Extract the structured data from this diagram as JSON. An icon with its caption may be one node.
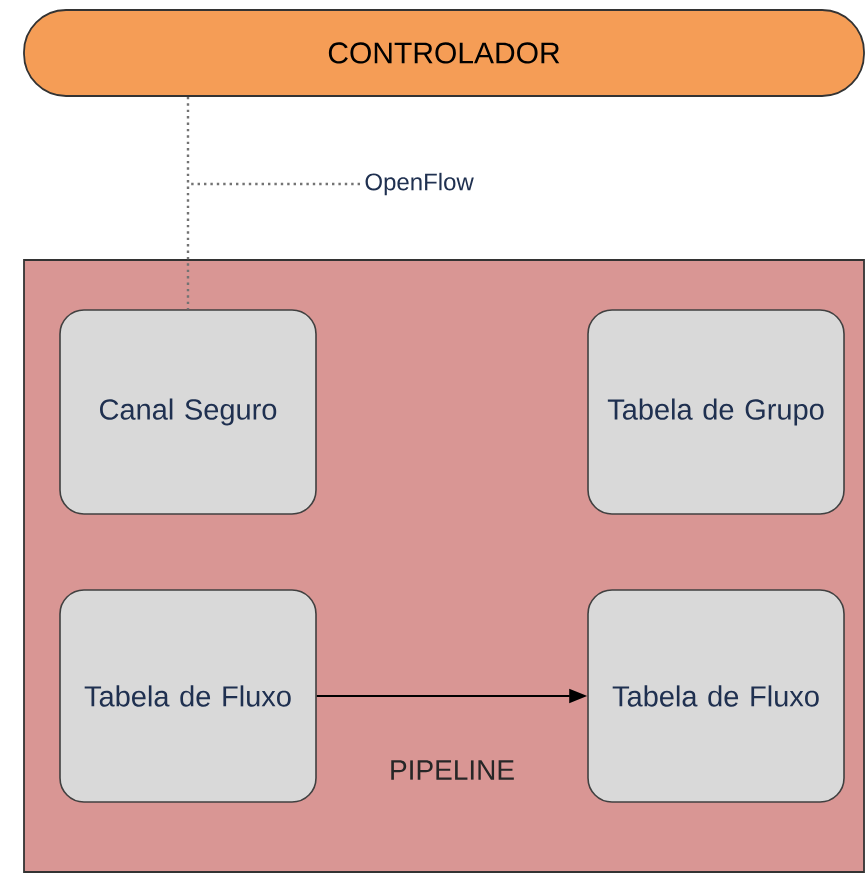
{
  "diagram": {
    "nodes": [
      {
        "text": [
          "CONTROLADOR"
        ]
      },
      {
        "text": [
          "PIPELINE"
        ]
      },
      {
        "text": [
          "Canal Seguro"
        ],
        "in": 1
      },
      {
        "text": [
          "Tabela de Grupo"
        ],
        "in": 1
      },
      {
        "text": [
          "Tabela de Fluxo"
        ],
        "in": 1
      },
      {
        "text": [
          "Tabela de Fluxo"
        ],
        "in": 1
      },
      {
        "text": [
          "OpenFlow"
        ]
      }
    ],
    "edges": [
      {
        "from": 0,
        "to": 2,
        "arrow": "none",
        "style": "dashed"
      },
      {
        "from": 4,
        "to": 5,
        "arrow": "to",
        "color": "#000000"
      },
      {
        "from": 6,
        "to": null,
        "arrow": "none",
        "style": "dashed"
      }
    ]
  }
}
